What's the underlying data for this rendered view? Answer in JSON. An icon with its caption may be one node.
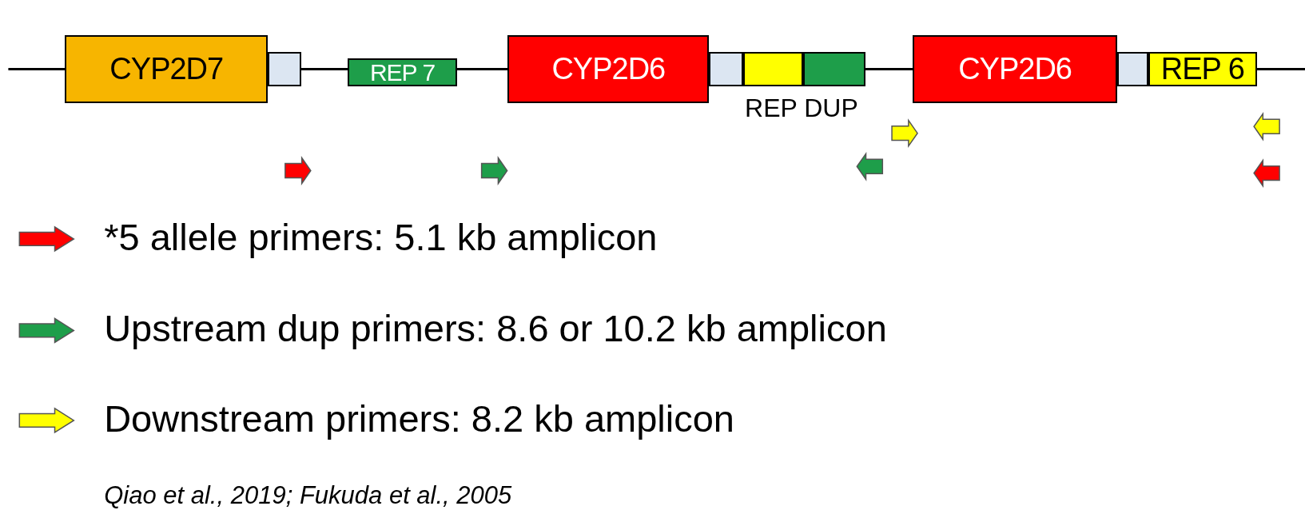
{
  "diagram": {
    "nodes": [
      {
        "text": [
          "CYP2D7"
        ]
      },
      {
        "text": [],
        "shape": "box"
      },
      {
        "text": [
          "REP 7"
        ]
      },
      {
        "text": [
          "CYP2D6"
        ]
      },
      {
        "text": [],
        "shape": "box"
      },
      {
        "text": [],
        "shape": "box"
      },
      {
        "text": [],
        "shape": "box"
      },
      {
        "text": [
          "CYP2D6"
        ]
      },
      {
        "text": [],
        "shape": "box"
      },
      {
        "text": [
          "REP 6"
        ]
      }
    ],
    "labels": [
      "REP DUP",
      "Qiao et al., 2019; Fukuda et al., 2005"
    ],
    "legend": [
      {
        "text": "*5 allele primers: 5.1 kb amplicon",
        "color": "#ff0000"
      },
      {
        "text": "Upstream dup primers: 8.6 or 10.2 kb amplicon",
        "color": "#1e9e4a"
      },
      {
        "text": "Downstream primers: 8.2 kb amplicon",
        "color": "#ffff00"
      }
    ]
  }
}
